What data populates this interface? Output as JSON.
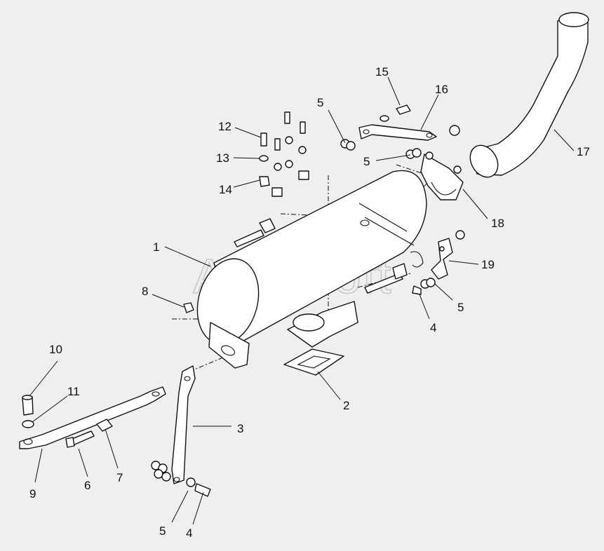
{
  "watermark": "AutoSoft",
  "callouts": {
    "c1": "1",
    "c2": "2",
    "c3": "3",
    "c4a": "4",
    "c4b": "4",
    "c5a": "5",
    "c5b": "5",
    "c5c": "5",
    "c5d": "5",
    "c6": "6",
    "c7": "7",
    "c8": "8",
    "c9": "9",
    "c10": "10",
    "c11": "11",
    "c12": "12",
    "c13": "13",
    "c14": "14",
    "c15": "15",
    "c16": "16",
    "c17": "17",
    "c18": "18",
    "c19": "19"
  }
}
